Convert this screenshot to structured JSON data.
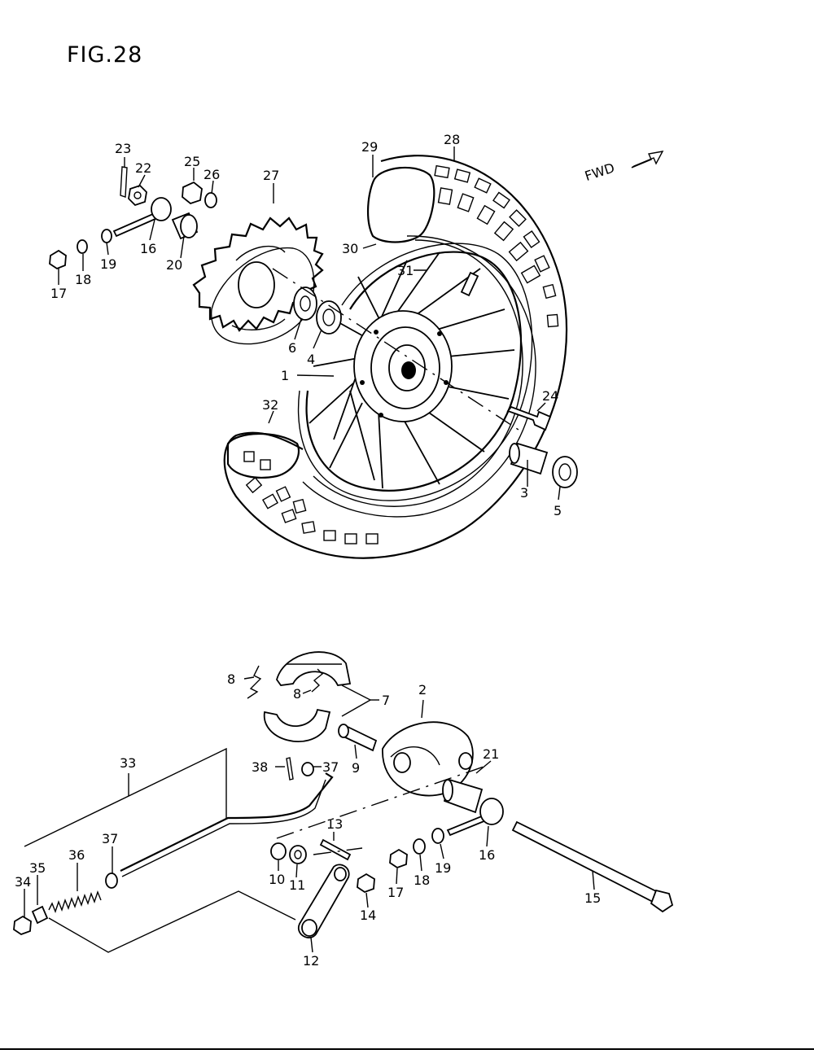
{
  "figure": {
    "title": "FIG.28"
  },
  "direction": {
    "label": "FWD",
    "arrow_icon": "fwd-arrow-icon"
  },
  "callouts": [
    {
      "id": "c1",
      "text": "1"
    },
    {
      "id": "c2",
      "text": "2"
    },
    {
      "id": "c3",
      "text": "3"
    },
    {
      "id": "c4",
      "text": "4"
    },
    {
      "id": "c5",
      "text": "5"
    },
    {
      "id": "c6",
      "text": "6"
    },
    {
      "id": "c7",
      "text": "7"
    },
    {
      "id": "c8a",
      "text": "8"
    },
    {
      "id": "c8b",
      "text": "8"
    },
    {
      "id": "c9",
      "text": "9"
    },
    {
      "id": "c10",
      "text": "10"
    },
    {
      "id": "c11",
      "text": "11"
    },
    {
      "id": "c12",
      "text": "12"
    },
    {
      "id": "c13",
      "text": "13"
    },
    {
      "id": "c14",
      "text": "14"
    },
    {
      "id": "c15",
      "text": "15"
    },
    {
      "id": "c16a",
      "text": "16"
    },
    {
      "id": "c16b",
      "text": "16"
    },
    {
      "id": "c17a",
      "text": "17"
    },
    {
      "id": "c17b",
      "text": "17"
    },
    {
      "id": "c18a",
      "text": "18"
    },
    {
      "id": "c18b",
      "text": "18"
    },
    {
      "id": "c19a",
      "text": "19"
    },
    {
      "id": "c19b",
      "text": "19"
    },
    {
      "id": "c20",
      "text": "20"
    },
    {
      "id": "c21",
      "text": "21"
    },
    {
      "id": "c22",
      "text": "22"
    },
    {
      "id": "c23",
      "text": "23"
    },
    {
      "id": "c24",
      "text": "24"
    },
    {
      "id": "c25",
      "text": "25"
    },
    {
      "id": "c26",
      "text": "26"
    },
    {
      "id": "c27",
      "text": "27"
    },
    {
      "id": "c28",
      "text": "28"
    },
    {
      "id": "c29",
      "text": "29"
    },
    {
      "id": "c30",
      "text": "30"
    },
    {
      "id": "c31",
      "text": "31"
    },
    {
      "id": "c32",
      "text": "32"
    },
    {
      "id": "c33",
      "text": "33"
    },
    {
      "id": "c34",
      "text": "34"
    },
    {
      "id": "c35",
      "text": "35"
    },
    {
      "id": "c36",
      "text": "36"
    },
    {
      "id": "c37a",
      "text": "37"
    },
    {
      "id": "c37b",
      "text": "37"
    },
    {
      "id": "c38",
      "text": "38"
    }
  ]
}
